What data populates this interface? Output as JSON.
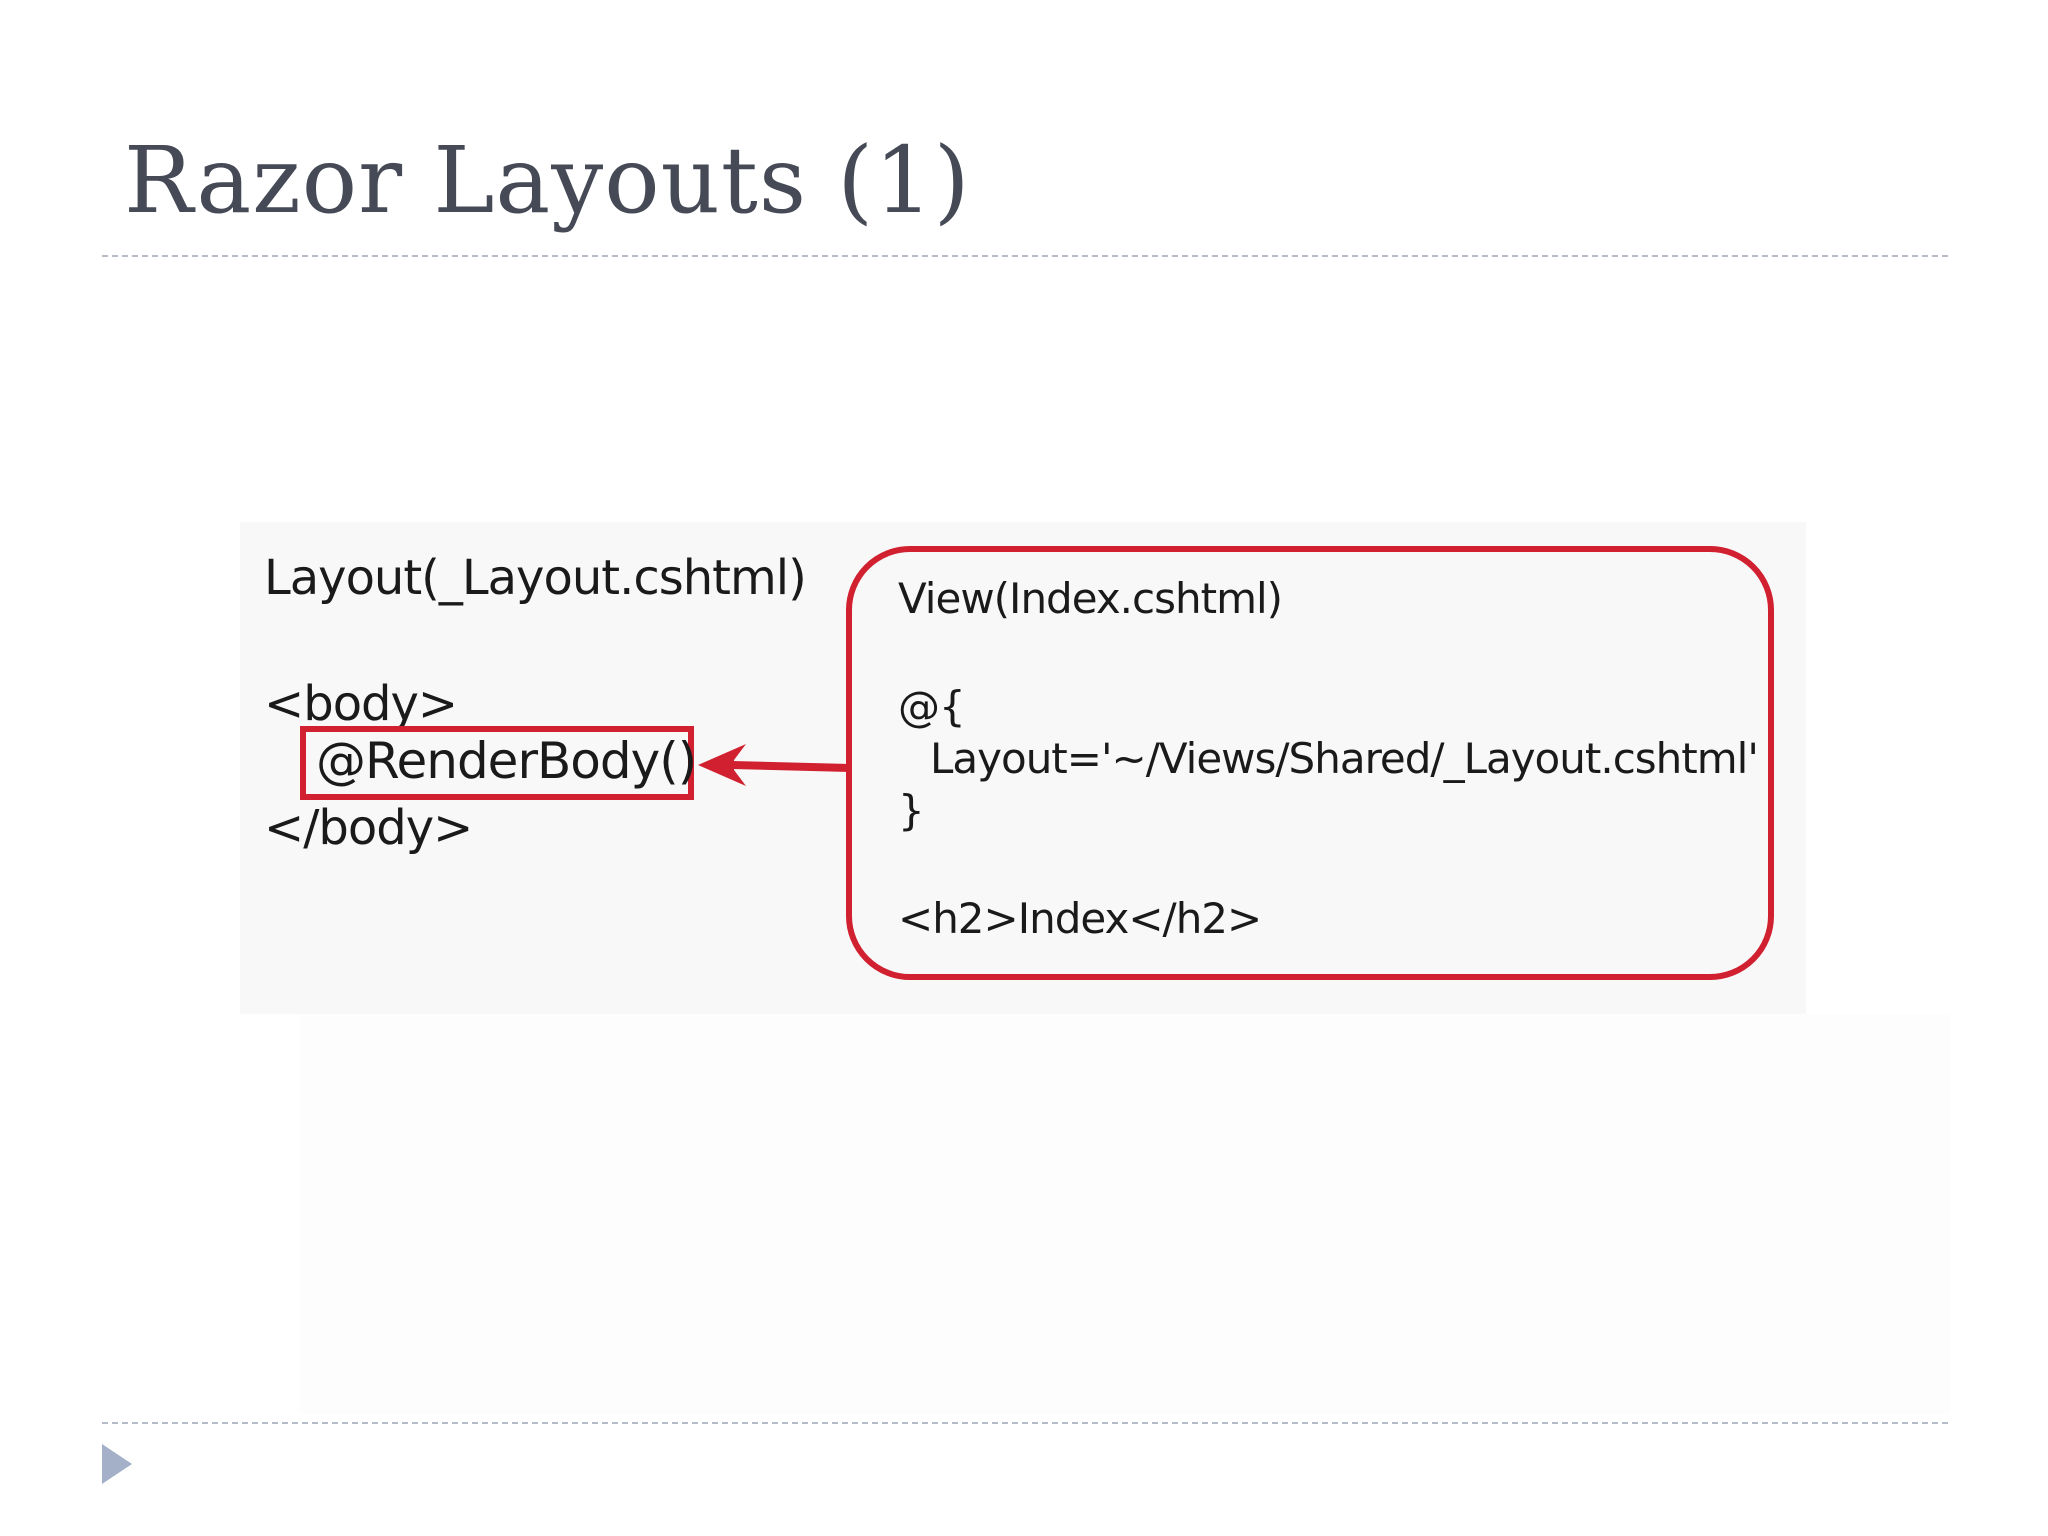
{
  "slide": {
    "title": "Razor Layouts (1)"
  },
  "layout_file": {
    "label": "Layout(_Layout.cshtml)",
    "body_open": "<body>",
    "render_body": "@RenderBody()",
    "body_close": "</body>"
  },
  "view_file": {
    "label": "View(Index.cshtml)",
    "brace_open": "@{",
    "layout_assignment": "Layout='~/Views/Shared/_Layout.cshtml'",
    "brace_close": "}",
    "h2_line": "<h2>Index</h2>"
  },
  "colors": {
    "highlight": "#d1202f",
    "title": "#454a56",
    "rule": "#b6bcc7",
    "nav_arrow": "#a3b0c7"
  },
  "icons": {
    "arrow": "arrow-left-icon",
    "nav": "triangle-right-icon"
  }
}
